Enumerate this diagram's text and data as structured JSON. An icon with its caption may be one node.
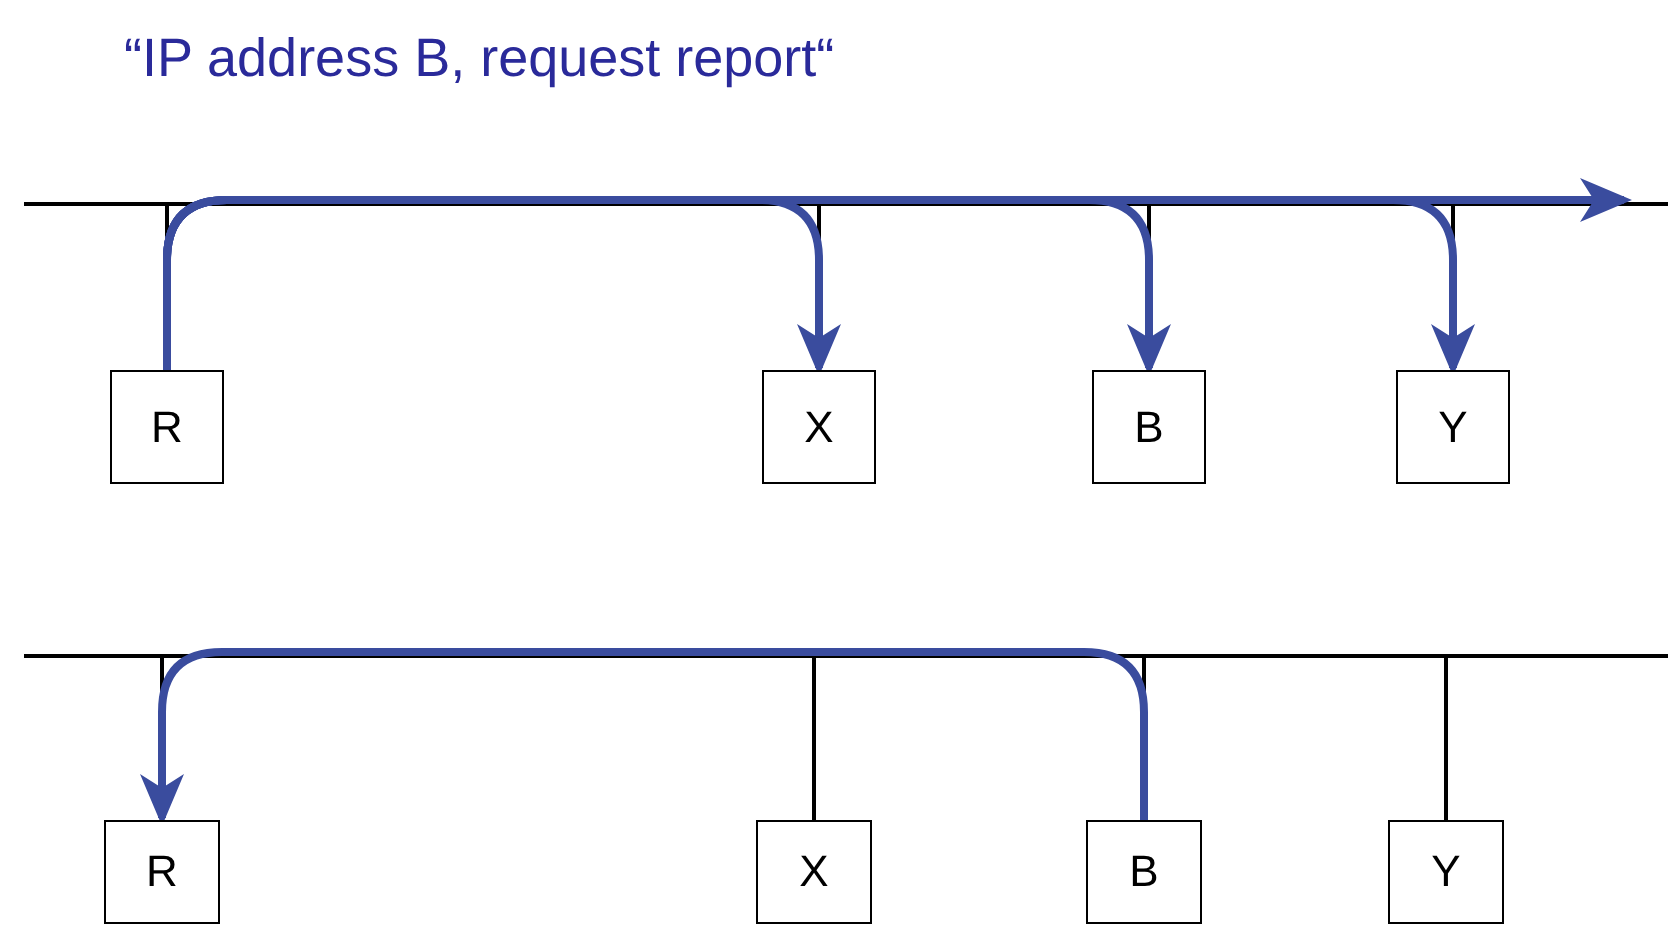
{
  "diagram": {
    "title": "“IP address B, request report“",
    "nodes": [
      {
        "text": [],
        "shape": "bar"
      },
      {
        "text": [
          "R"
        ]
      },
      {
        "text": [
          "X"
        ]
      },
      {
        "text": [
          "B"
        ]
      },
      {
        "text": [
          "Y"
        ]
      },
      {
        "text": [],
        "shape": "bar"
      },
      {
        "text": [
          "R"
        ]
      },
      {
        "text": [
          "X"
        ]
      },
      {
        "text": [
          "B"
        ]
      },
      {
        "text": [
          "Y"
        ]
      }
    ],
    "edges": [
      {
        "from": 1,
        "to": 0,
        "arrow": "none"
      },
      {
        "from": 2,
        "to": 0,
        "arrow": "none"
      },
      {
        "from": 3,
        "to": 0,
        "arrow": "none"
      },
      {
        "from": 4,
        "to": 0,
        "arrow": "none"
      },
      {
        "from": 1,
        "to": 2,
        "arrow": "to",
        "style": "thick",
        "color": "#3a4c9e"
      },
      {
        "from": 1,
        "to": 3,
        "arrow": "to",
        "style": "thick",
        "color": "#3a4c9e"
      },
      {
        "from": 1,
        "to": 4,
        "arrow": "to",
        "style": "thick",
        "color": "#3a4c9e"
      },
      {
        "from": 1,
        "to": 0,
        "arrow": "to",
        "style": "thick",
        "color": "#3a4c9e"
      },
      {
        "from": 6,
        "to": 5,
        "arrow": "none"
      },
      {
        "from": 7,
        "to": 5,
        "arrow": "none"
      },
      {
        "from": 8,
        "to": 5,
        "arrow": "none"
      },
      {
        "from": 9,
        "to": 5,
        "arrow": "none"
      },
      {
        "from": 8,
        "to": 6,
        "arrow": "to",
        "style": "thick",
        "color": "#3a4c9e"
      }
    ]
  }
}
